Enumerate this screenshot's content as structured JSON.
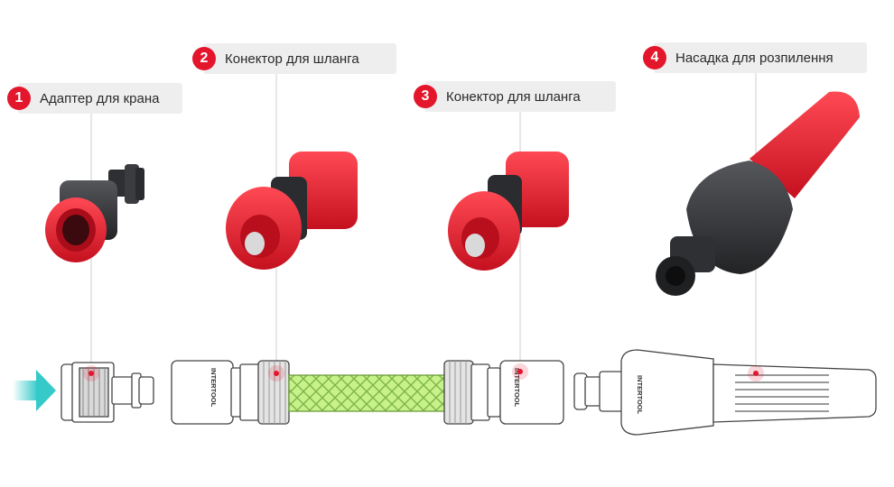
{
  "labels": [
    {
      "number": "1",
      "text": "Адаптер для крана"
    },
    {
      "number": "2",
      "text": "Конектор для шланга"
    },
    {
      "number": "3",
      "text": "Конектор для шланга"
    },
    {
      "number": "4",
      "text": "Насадка для розпилення"
    }
  ],
  "brand": "INTERTOOL",
  "colors": {
    "accent": "#e3162c",
    "plastic_dark": "#3a3b3e",
    "hose": "#c7f28a",
    "flow_arrow": "#35c9c9"
  }
}
